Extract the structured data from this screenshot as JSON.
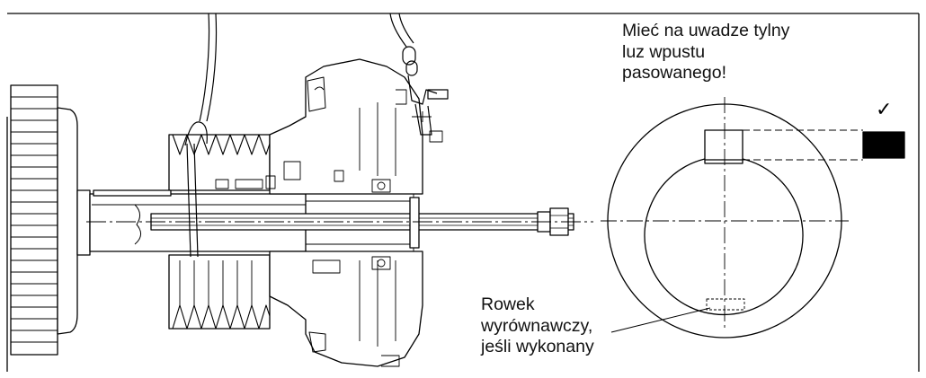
{
  "callouts": {
    "key_note": [
      "Mieć na uwadze tylny",
      "luz wpustu",
      "pasowanego!"
    ],
    "groove_note": [
      "Rowek",
      "wyrównawczy,",
      "jeśli wykonany"
    ]
  },
  "symbols": {
    "check": "✓"
  },
  "colors": {
    "ink": "#000000",
    "background": "#ffffff"
  }
}
